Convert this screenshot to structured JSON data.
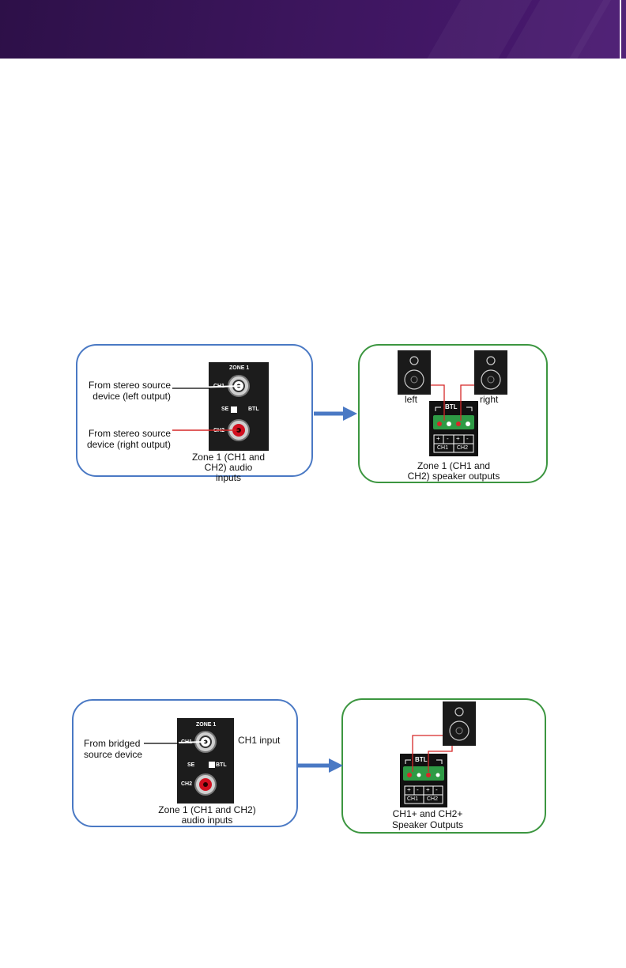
{
  "header": {
    "accent_color": "#3e1660"
  },
  "diagram1": {
    "input_panel": {
      "source_left_label": "From stereo source\ndevice (left output)",
      "source_right_label": "From stereo source\ndevice (right output)",
      "jack_panel": {
        "zone_label": "ZONE 1",
        "ch1_label": "CH1",
        "ch2_label": "CH2",
        "se_label": "SE",
        "btl_label": "BTL"
      },
      "caption": "Zone 1 (CH1 and\nCH2) audio\ninputs"
    },
    "output_panel": {
      "left_speaker_label": "left",
      "right_speaker_label": "right",
      "terminal": {
        "btl_label": "BTL",
        "plus_label": "+",
        "minus_label": "-",
        "ch1_label": "CH1",
        "ch2_label": "CH2"
      },
      "caption": "Zone 1 (CH1 and\nCH2) speaker outputs"
    }
  },
  "diagram2": {
    "input_panel": {
      "source_label": "From bridged\nsource device",
      "ch1_input_label": "CH1 input",
      "jack_panel": {
        "zone_label": "ZONE 1",
        "ch1_label": "CH1",
        "ch2_label": "CH2",
        "se_label": "SE",
        "btl_label": "BTL"
      },
      "caption": "Zone 1 (CH1 and CH2)\naudio inputs"
    },
    "output_panel": {
      "terminal": {
        "btl_label": "BTL",
        "plus_label": "+",
        "minus_label": "-",
        "ch1_label": "CH1",
        "ch2_label": "CH2"
      },
      "caption": "CH1+ and CH2+\nSpeaker Outputs"
    }
  },
  "colors": {
    "panel_border_blue": "#4a79c4",
    "panel_border_green": "#3c9640",
    "arrow": "#4a79c4",
    "wire_red": "#d62828",
    "terminal_green": "#2e9b45"
  }
}
